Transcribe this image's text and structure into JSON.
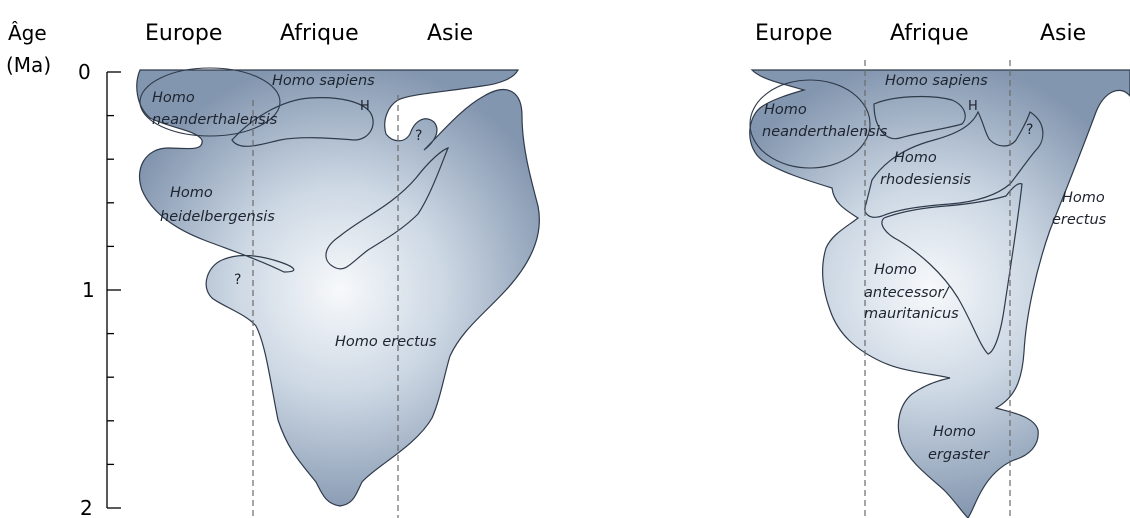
{
  "axis": {
    "label_line1": "Âge",
    "label_line2": "(Ma)",
    "ticks": [
      "0",
      "1",
      "2"
    ]
  },
  "left_panel": {
    "regions": [
      "Europe",
      "Afrique",
      "Asie"
    ],
    "species": {
      "sapiens": "Homo sapiens",
      "neanderthal_1": "Homo",
      "neanderthal_2": "neanderthalensis",
      "heidelberg_1": "Homo",
      "heidelberg_2": "heidelbergensis",
      "erectus": "Homo erectus"
    },
    "markers": {
      "h": "H",
      "q1": "?",
      "q2": "?"
    }
  },
  "right_panel": {
    "regions": [
      "Europe",
      "Afrique",
      "Asie"
    ],
    "species": {
      "sapiens": "Homo sapiens",
      "neanderthal_1": "Homo",
      "neanderthal_2": "neanderthalensis",
      "rhodesiensis_1": "Homo",
      "rhodesiensis_2": "rhodesiensis",
      "erectus_1": "Homo",
      "erectus_2": "erectus",
      "antecessor_1": "Homo",
      "antecessor_2": "antecessor/",
      "antecessor_3": "mauritanicus",
      "ergaster_1": "Homo",
      "ergaster_2": "ergaster"
    },
    "markers": {
      "h": "H",
      "q1": "?"
    }
  },
  "colors": {
    "blob_light": "#f4f7fa",
    "blob_mid": "#c7d3e0",
    "blob_dark": "#8294ad",
    "outline": "#2f3a4a"
  }
}
